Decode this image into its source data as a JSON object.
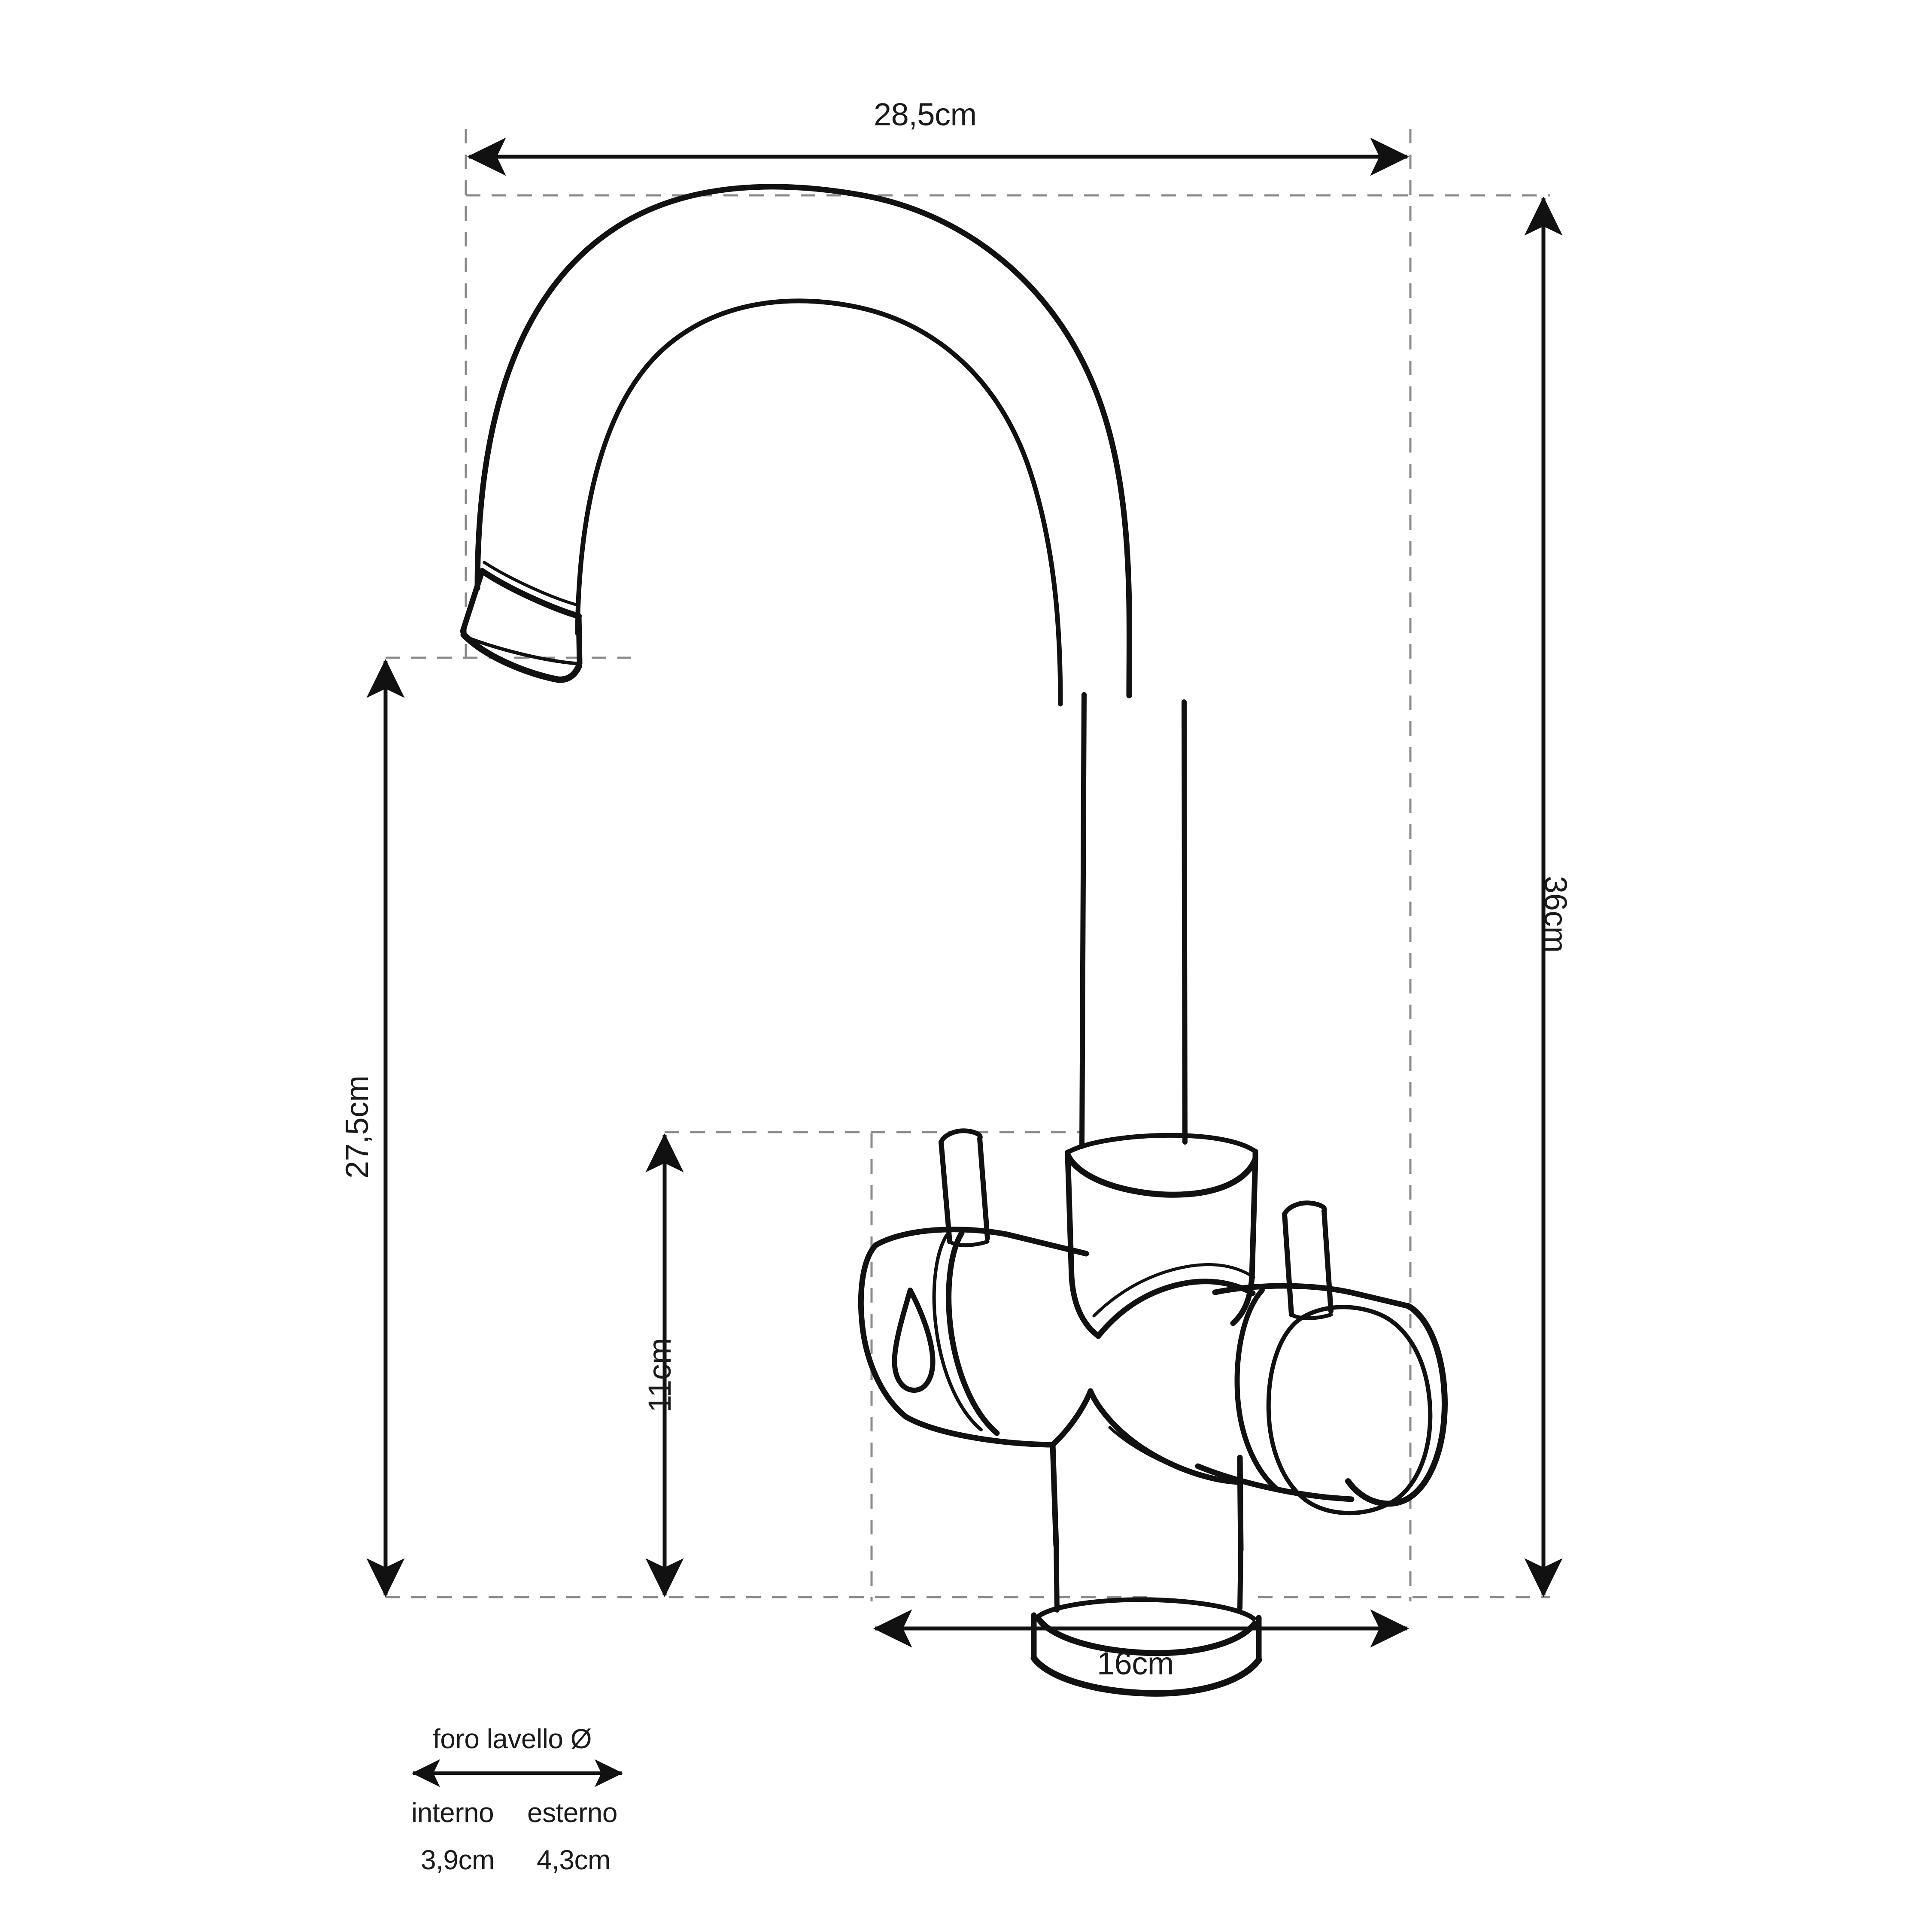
{
  "drawing": {
    "title_text_present": false,
    "product": "kitchen mixer tap technical dimension drawing",
    "units": "cm",
    "line_color": "#1a1a1a",
    "reference_line_color": "#808080",
    "background_color": "#ffffff"
  },
  "dimensions": {
    "overall_width": {
      "label": "28,5cm",
      "value": 28.5,
      "orientation": "horizontal",
      "position": "top"
    },
    "overall_height": {
      "label": "36cm",
      "value": 36,
      "orientation": "vertical-rotated-90",
      "position": "right"
    },
    "spout_height": {
      "label": "27,5cm",
      "value": 27.5,
      "orientation": "vertical-rotated-270",
      "position": "left"
    },
    "body_height": {
      "label": "11cm",
      "value": 11,
      "orientation": "vertical-rotated-270",
      "position": "inner-left"
    },
    "base_width": {
      "label": "16cm",
      "value": 16,
      "orientation": "horizontal",
      "position": "bottom"
    }
  },
  "notes": {
    "heading": "foro lavello Ø",
    "left_label": "interno",
    "left_value": "3,9cm",
    "right_label": "esterno",
    "right_value": "4,3cm"
  },
  "icons": {
    "water_drop": "water-drop-icon"
  }
}
